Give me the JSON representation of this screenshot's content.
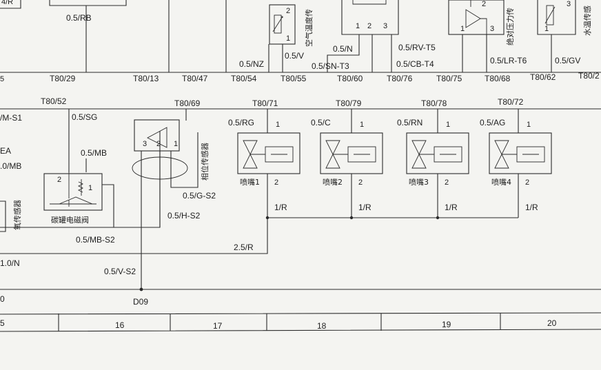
{
  "top_wires": [
    "0.5/RB",
    "0.5/NZ",
    "0.5/V",
    "0.5/SN-T3",
    "0.5/N",
    "0.5/RV-T5",
    "0.5/CB-T4",
    "0.5/LR-T6",
    "0.5/GV"
  ],
  "top_terminals": [
    "T80/29",
    "T80/13",
    "T80/47",
    "T80/54",
    "T80/55",
    "T80/60",
    "T80/76",
    "T80/75",
    "T80/68",
    "T80/62",
    "T80/2"
  ],
  "top_components": {
    "air_temp_sensor": "空气温度传",
    "abs_pressure_sensor": "绝对压力传",
    "water_temp_sensor": "水温传感"
  },
  "top_pins": {
    "air_p2": "2",
    "air_p1": "1",
    "ats_p1": "1",
    "ats_p2": "2",
    "ats_p3": "3",
    "aps_p2": "2",
    "aps_p1": "1",
    "aps_p3": "3",
    "wts_p3": "3",
    "wts_p1": "1",
    "left_partial": "4/R",
    "left_partial_bottom": "5"
  },
  "mid_terminals": [
    "T80/52",
    "T80/69",
    "T80/71",
    "T80/79",
    "T80/78",
    "T80/72"
  ],
  "mid_wires": {
    "left_m_s1": "/M-S1",
    "ea": "EA",
    "left_mb": ".0/MB",
    "sg": "0.5/SG",
    "mb": "0.5/MB",
    "mb_s2": "0.5/MB-S2",
    "g_s2": "0.5/G-S2",
    "h_s2": "0.5/H-S2",
    "v_s2": "0.5/V-S2",
    "main_r": "2.5/R",
    "left_n": "1.0/N",
    "left_zero": "0"
  },
  "components": {
    "oxygen_sensor": "氧传感器",
    "canister_valve": "碳罐电磁阀",
    "phase_sensor": "相位传感器"
  },
  "canister_pins": {
    "p2": "2",
    "p1": "1"
  },
  "phase_pins": {
    "p3": "3",
    "p2": "2",
    "p1": "1"
  },
  "injectors": [
    {
      "label": "喷嘴1",
      "wire_in": "0.5/RG",
      "pin_in": "1",
      "pin_out": "2",
      "wire_out": "1/R"
    },
    {
      "label": "喷嘴2",
      "wire_in": "0.5/C",
      "pin_in": "1",
      "pin_out": "2",
      "wire_out": "1/R"
    },
    {
      "label": "喷嘴3",
      "wire_in": "0.5/RN",
      "pin_in": "1",
      "pin_out": "2",
      "wire_out": "1/R"
    },
    {
      "label": "喷嘴4",
      "wire_in": "0.5/AG",
      "pin_in": "1",
      "pin_out": "2",
      "wire_out": "1/R"
    }
  ],
  "ground": "D09",
  "columns": [
    "5",
    "16",
    "17",
    "18",
    "19",
    "20"
  ]
}
